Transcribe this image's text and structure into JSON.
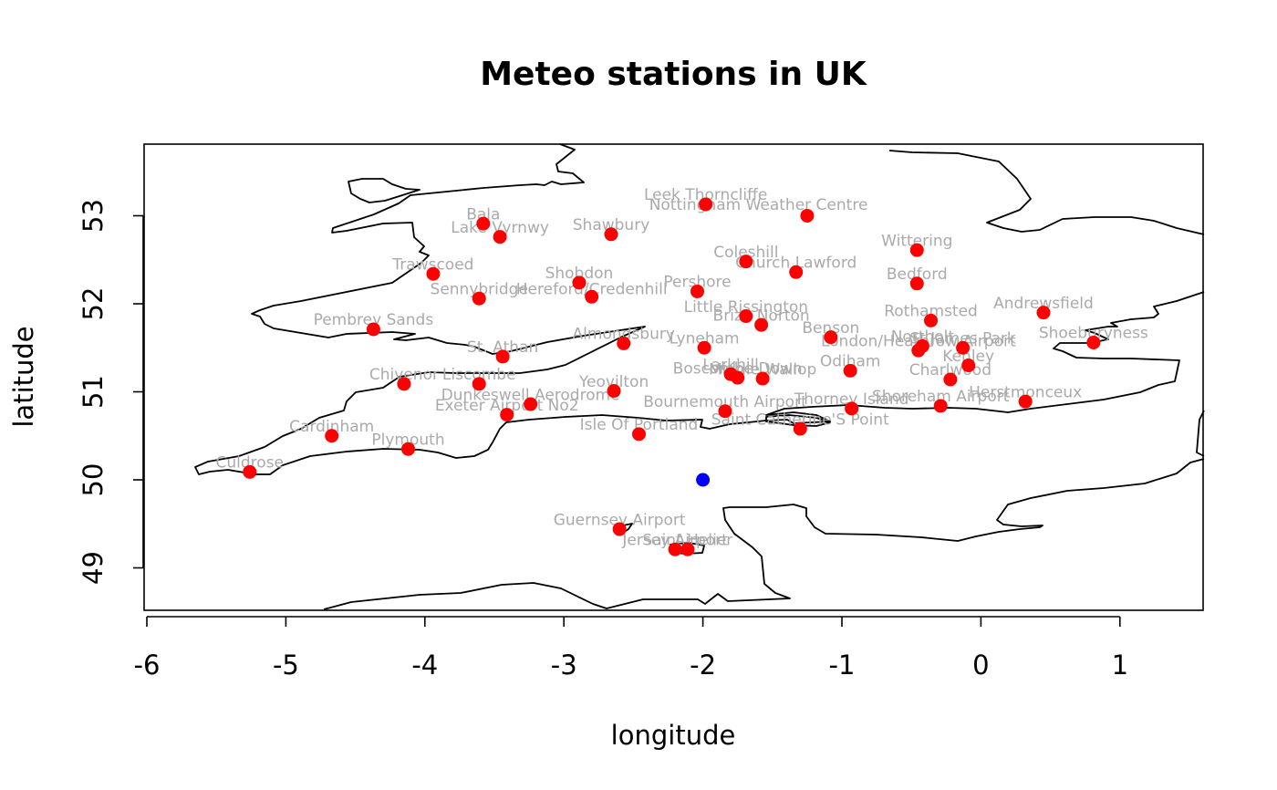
{
  "chart_data": {
    "type": "scatter",
    "title": "Meteo stations in UK",
    "xlabel": "longitude",
    "ylabel": "latitude",
    "xlim": [
      -6.03,
      1.6
    ],
    "ylim": [
      48.5,
      53.82
    ],
    "xticks": [
      "-6",
      "-5",
      "-4",
      "-3",
      "-2",
      "-1",
      "0",
      "1"
    ],
    "yticks": [
      "49",
      "50",
      "51",
      "52",
      "53"
    ],
    "grid": false,
    "legend": "none",
    "colors": {
      "stations": "#ff0000",
      "highlight": "#0000ff",
      "labels": "#aaaaaa",
      "coastline": "#000000"
    },
    "stations": [
      {
        "name": "Leek Thorncliffe",
        "lon": -1.98,
        "lat": 53.13,
        "lx": -1.98,
        "ly": 53.2
      },
      {
        "name": "Nottingham Weather Centre",
        "lon": -1.25,
        "lat": 53.0,
        "lx": -1.6,
        "ly": 53.09
      },
      {
        "name": "Bala",
        "lon": -3.58,
        "lat": 52.91,
        "lx": -3.58,
        "ly": 52.98
      },
      {
        "name": "Lake Vyrnwy",
        "lon": -3.46,
        "lat": 52.76,
        "lx": -3.46,
        "ly": 52.83
      },
      {
        "name": "Shawbury",
        "lon": -2.66,
        "lat": 52.79,
        "lx": -2.66,
        "ly": 52.86
      },
      {
        "name": "Wittering",
        "lon": -0.46,
        "lat": 52.61,
        "lx": -0.46,
        "ly": 52.68
      },
      {
        "name": "Coleshill",
        "lon": -1.69,
        "lat": 52.48,
        "lx": -1.69,
        "ly": 52.55
      },
      {
        "name": "Church Lawford",
        "lon": -1.33,
        "lat": 52.36,
        "lx": -1.33,
        "ly": 52.43
      },
      {
        "name": "Trawscoed",
        "lon": -3.94,
        "lat": 52.34,
        "lx": -3.94,
        "ly": 52.41
      },
      {
        "name": "Shobdon",
        "lon": -2.89,
        "lat": 52.24,
        "lx": -2.89,
        "ly": 52.31
      },
      {
        "name": "Bedford",
        "lon": -0.46,
        "lat": 52.23,
        "lx": -0.46,
        "ly": 52.3
      },
      {
        "name": "Pershore",
        "lon": -2.04,
        "lat": 52.14,
        "lx": -2.04,
        "ly": 52.21
      },
      {
        "name": "Sennybridge",
        "lon": -3.61,
        "lat": 52.06,
        "lx": -3.61,
        "ly": 52.13
      },
      {
        "name": "Hereford/Credenhill",
        "lon": -2.8,
        "lat": 52.08,
        "lx": -2.8,
        "ly": 52.13
      },
      {
        "name": "Andrewsfield",
        "lon": 0.45,
        "lat": 51.9,
        "lx": 0.45,
        "ly": 51.97
      },
      {
        "name": "Little Rissington",
        "lon": -1.69,
        "lat": 51.86,
        "lx": -1.69,
        "ly": 51.93
      },
      {
        "name": "Rothamsted",
        "lon": -0.36,
        "lat": 51.81,
        "lx": -0.36,
        "ly": 51.88
      },
      {
        "name": "Brize Norton",
        "lon": -1.58,
        "lat": 51.76,
        "lx": -1.58,
        "ly": 51.83
      },
      {
        "name": "Pembrey Sands",
        "lon": -4.37,
        "lat": 51.71,
        "lx": -4.37,
        "ly": 51.78
      },
      {
        "name": "Benson",
        "lon": -1.08,
        "lat": 51.62,
        "lx": -1.08,
        "ly": 51.69
      },
      {
        "name": "Shoeburyness",
        "lon": 0.81,
        "lat": 51.56,
        "lx": 0.81,
        "ly": 51.63
      },
      {
        "name": "Almondsbury",
        "lon": -2.57,
        "lat": 51.55,
        "lx": -2.57,
        "ly": 51.62
      },
      {
        "name": "Lyneham",
        "lon": -1.99,
        "lat": 51.5,
        "lx": -1.99,
        "ly": 51.57
      },
      {
        "name": "London/Heathrow Airport",
        "lon": -0.45,
        "lat": 51.47,
        "lx": -0.45,
        "ly": 51.54
      },
      {
        "name": "Northolt",
        "lon": -0.42,
        "lat": 51.52,
        "lx": -0.42,
        "ly": 51.59
      },
      {
        "name": "St James Park",
        "lon": -0.13,
        "lat": 51.5,
        "lx": -0.13,
        "ly": 51.57
      },
      {
        "name": "St. Athan",
        "lon": -3.44,
        "lat": 51.4,
        "lx": -3.44,
        "ly": 51.47
      },
      {
        "name": "Kenley",
        "lon": -0.09,
        "lat": 51.3,
        "lx": -0.09,
        "ly": 51.37
      },
      {
        "name": "Odiham",
        "lon": -0.94,
        "lat": 51.24,
        "lx": -0.94,
        "ly": 51.31
      },
      {
        "name": "Larkhill",
        "lon": -1.8,
        "lat": 51.2,
        "lx": -1.8,
        "ly": 51.27
      },
      {
        "name": "Boscombe Down",
        "lon": -1.75,
        "lat": 51.16,
        "lx": -1.75,
        "ly": 51.23
      },
      {
        "name": "Middle Wallop",
        "lon": -1.57,
        "lat": 51.15,
        "lx": -1.57,
        "ly": 51.22
      },
      {
        "name": "Charlwood",
        "lon": -0.22,
        "lat": 51.14,
        "lx": -0.22,
        "ly": 51.21
      },
      {
        "name": "Chivenor",
        "lon": -4.15,
        "lat": 51.09,
        "lx": -4.15,
        "ly": 51.16
      },
      {
        "name": "Liscombe",
        "lon": -3.61,
        "lat": 51.09,
        "lx": -3.61,
        "ly": 51.16
      },
      {
        "name": "Yeovilton",
        "lon": -2.64,
        "lat": 51.01,
        "lx": -2.64,
        "ly": 51.08
      },
      {
        "name": "Herstmonceux",
        "lon": 0.32,
        "lat": 50.89,
        "lx": 0.32,
        "ly": 50.96
      },
      {
        "name": "Shoreham Airport",
        "lon": -0.29,
        "lat": 50.84,
        "lx": -0.29,
        "ly": 50.91
      },
      {
        "name": "Dunkeswell Aerodrome",
        "lon": -3.24,
        "lat": 50.86,
        "lx": -3.24,
        "ly": 50.93
      },
      {
        "name": "Thorney Island",
        "lon": -0.93,
        "lat": 50.81,
        "lx": -0.93,
        "ly": 50.88
      },
      {
        "name": "Bournemouth Airport",
        "lon": -1.84,
        "lat": 50.78,
        "lx": -1.84,
        "ly": 50.85
      },
      {
        "name": "Exeter Airport No2",
        "lon": -3.41,
        "lat": 50.74,
        "lx": -3.41,
        "ly": 50.81
      },
      {
        "name": "Saint Catherine'S Point",
        "lon": -1.3,
        "lat": 50.58,
        "lx": -1.3,
        "ly": 50.65
      },
      {
        "name": "Isle Of Portland",
        "lon": -2.46,
        "lat": 50.52,
        "lx": -2.46,
        "ly": 50.59
      },
      {
        "name": "Cardinham",
        "lon": -4.67,
        "lat": 50.5,
        "lx": -4.67,
        "ly": 50.57
      },
      {
        "name": "Plymouth",
        "lon": -4.12,
        "lat": 50.35,
        "lx": -4.12,
        "ly": 50.42
      },
      {
        "name": "Culdrose",
        "lon": -5.26,
        "lat": 50.09,
        "lx": -5.26,
        "ly": 50.16
      },
      {
        "name": "Guernsey Airport",
        "lon": -2.6,
        "lat": 49.44,
        "lx": -2.6,
        "ly": 49.51
      },
      {
        "name": "Jersey Airport",
        "lon": -2.2,
        "lat": 49.21,
        "lx": -2.2,
        "ly": 49.28
      },
      {
        "name": "Saint Helier",
        "lon": -2.11,
        "lat": 49.21,
        "lx": -2.11,
        "ly": 49.28
      }
    ],
    "highlight_point": {
      "lon": -2.0,
      "lat": 50.0
    }
  }
}
